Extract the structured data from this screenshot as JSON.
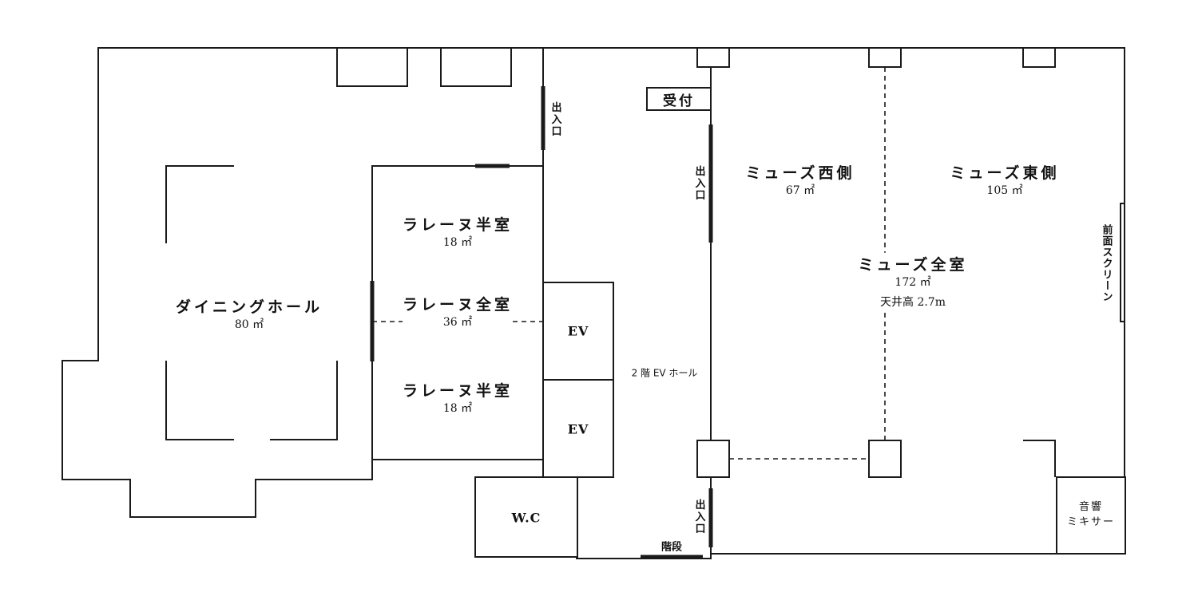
{
  "rooms": {
    "dining_hall": {
      "name": "ダイニングホール",
      "area": "80 ㎡"
    },
    "larena_half_top": {
      "name": "ラレーヌ半室",
      "area": "18 ㎡"
    },
    "larena_full": {
      "name": "ラレーヌ全室",
      "area": "36 ㎡"
    },
    "larena_half_bottom": {
      "name": "ラレーヌ半室",
      "area": "18 ㎡"
    },
    "muse_west": {
      "name": "ミューズ西側",
      "area": "67 ㎡"
    },
    "muse_east": {
      "name": "ミューズ東側",
      "area": "105 ㎡"
    },
    "muse_full": {
      "name": "ミューズ全室",
      "area": "172 ㎡",
      "ceiling": "天井高 2.7m"
    }
  },
  "labels": {
    "ev_top": "EV",
    "ev_bottom": "EV",
    "wc": "W.C",
    "ev_hall": "2 階 EV ホール",
    "reception": "受付",
    "entrance_1": "出入口",
    "entrance_2": "出入口",
    "entrance_3": "出入口",
    "stairs": "階段",
    "front_screen": "前面スクリーン",
    "mixer_line1": "音響",
    "mixer_line2": "ミキサー"
  },
  "colors": {
    "line": "#1a1a1a",
    "background": "#ffffff"
  }
}
